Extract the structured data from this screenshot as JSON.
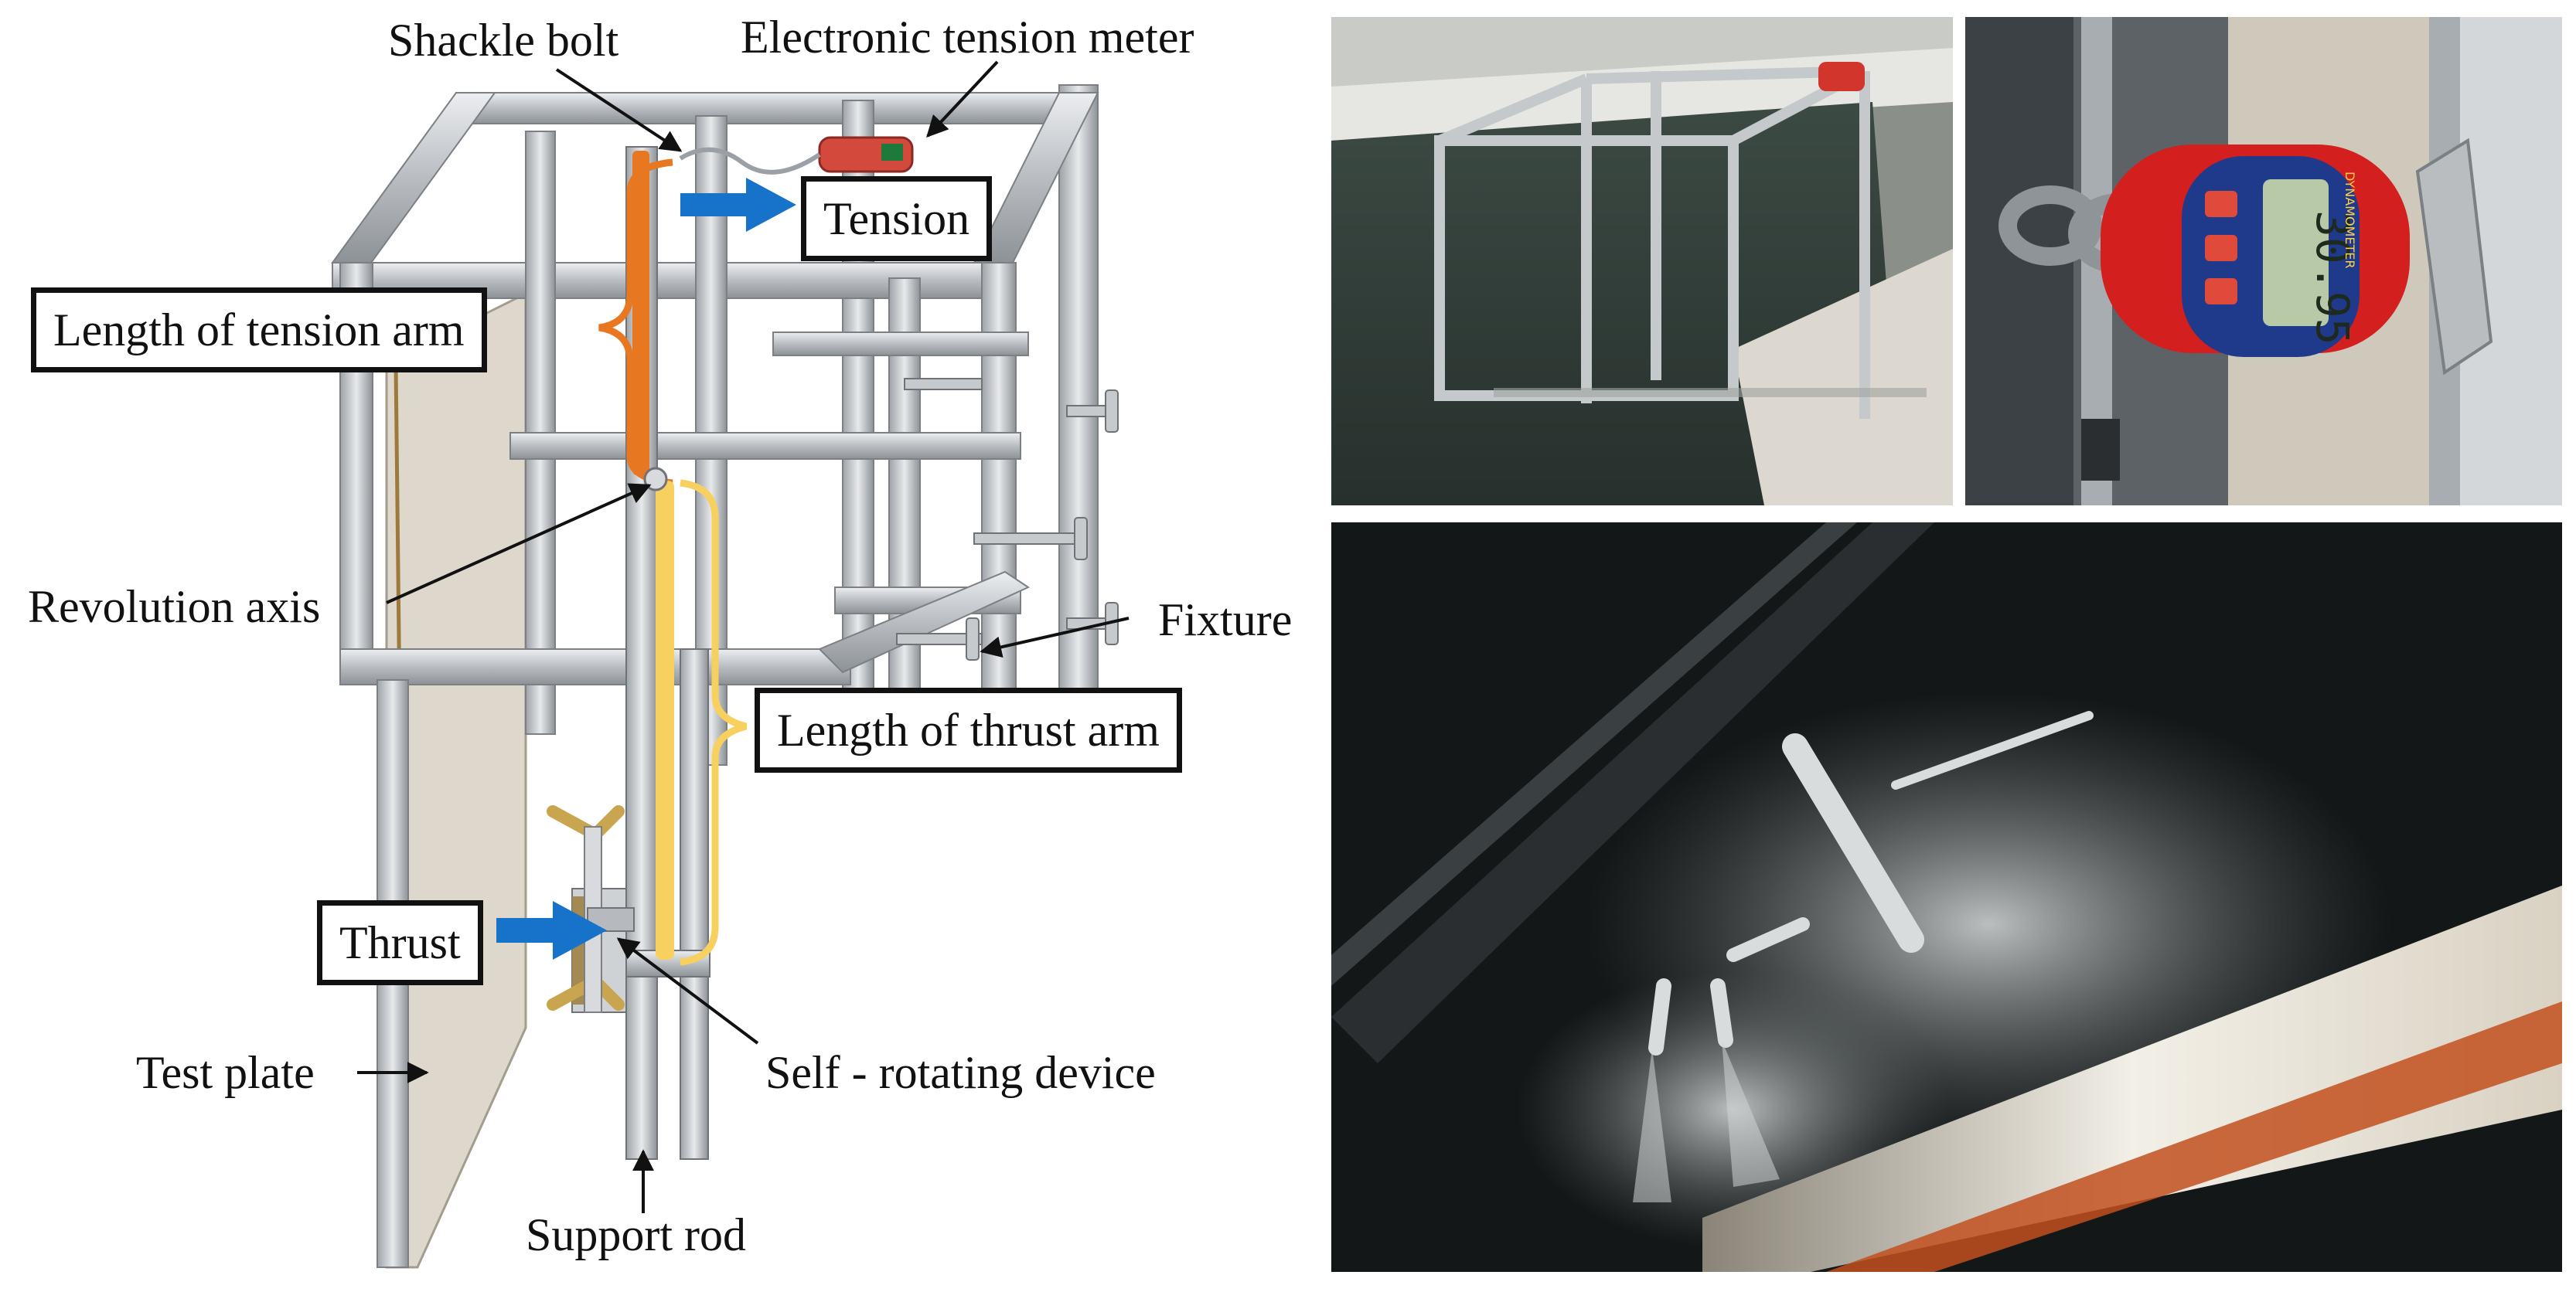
{
  "labels": {
    "shackle_bolt": "Shackle bolt",
    "tension_meter": "Electronic tension meter",
    "tension": "Tension",
    "tension_arm": "Length of tension arm",
    "revolution_axis": "Revolution axis",
    "fixture": "Fixture",
    "thrust_arm": "Length of thrust arm",
    "thrust": "Thrust",
    "test_plate": "Test plate",
    "self_rotating": "Self - rotating device",
    "support_rod": "Support rod"
  },
  "meter": {
    "brand": "DYNAMOMETER",
    "reading": "30.95"
  },
  "colors": {
    "tension_arm": "#e87722",
    "thrust_arm": "#f7d060",
    "arrow": "#1673c9",
    "frame": "#c9ccd0"
  }
}
